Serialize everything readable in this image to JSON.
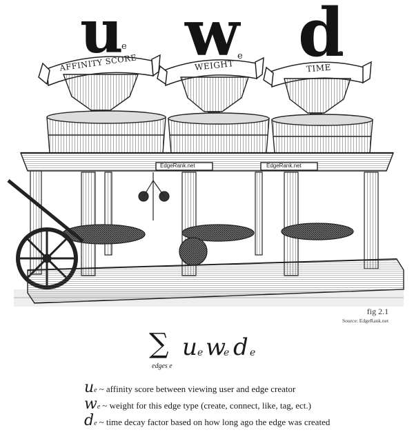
{
  "headline": {
    "u": {
      "letter": "u",
      "sub": "e",
      "banner": "AFFINITY SCORE"
    },
    "w": {
      "letter": "w",
      "sub": "e",
      "banner": "WEIGHT"
    },
    "d": {
      "letter": "d",
      "sub": "e",
      "banner": "TIME"
    }
  },
  "machine": {
    "plate_left": "EdgeRank.net",
    "plate_right": "EdgeRank.net"
  },
  "figure": {
    "caption": "fig 2.1",
    "source": "Source: EdgeRank.net"
  },
  "formula": {
    "sigma": "∑",
    "subscript": "edges e",
    "u": "u",
    "w": "w",
    "d": "d",
    "sub": "e"
  },
  "legend": [
    {
      "var": "u",
      "sub": "e",
      "text": "~ affinity score between viewing user and edge creator"
    },
    {
      "var": "w",
      "sub": "e",
      "text": "~ weight for this edge type (create, connect, like, tag, ect.)"
    },
    {
      "var": "d",
      "sub": "e",
      "text": "~ time decay factor based on how long ago the edge was created"
    }
  ]
}
